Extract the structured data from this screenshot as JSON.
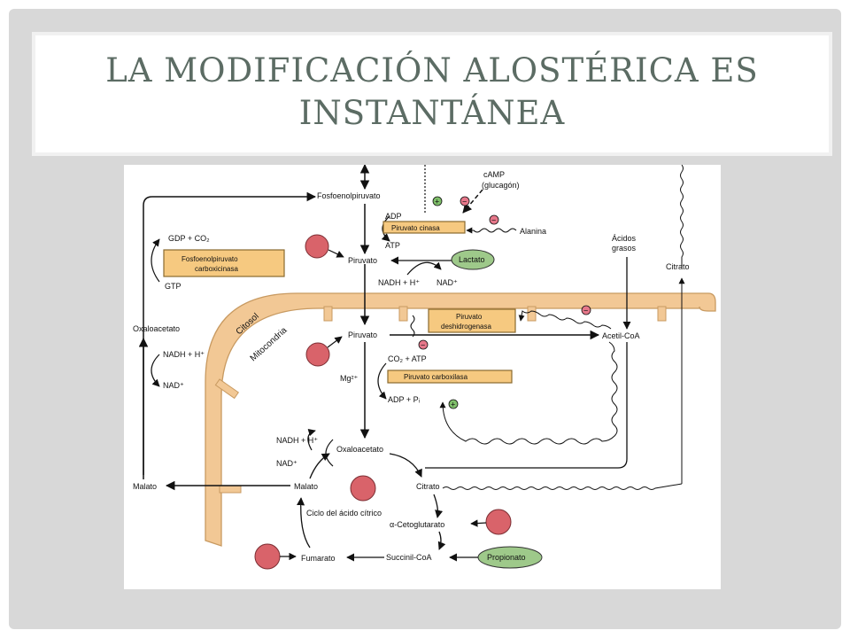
{
  "title": "La modificación alostérica es instantánea",
  "diagram": {
    "fosfoenolpiruvato": "Fosfoenolpiruvato",
    "adp": "ADP",
    "atp": "ATP",
    "piruvato_cinasa": "Piruvato cinasa",
    "camp": "cAMP",
    "glucagon": "(glucagón)",
    "alanina": "Alanina",
    "gdp_co2": "GDP + CO₂",
    "pepck": [
      "Fosfoenolpiruvato",
      "carboxicinasa"
    ],
    "gtp": "GTP",
    "piruvato": "Piruvato",
    "lactato": "Lactato",
    "nadh_h": "NADH + H⁺",
    "nad": "NAD⁺",
    "acidos_grasos": [
      "Ácidos",
      "grasos"
    ],
    "citrato": "Citrato",
    "citosol": "Citosol",
    "mitocondria": "Mitocondria",
    "oxaloacetato": "Oxaloacetato",
    "piruvato_deshidrogenasa": [
      "Piruvato",
      "deshidrogenasa"
    ],
    "acetil_coa": "Acetil-CoA",
    "co2_atp": "CO₂ + ATP",
    "mg": "Mg²⁺",
    "piruvato_carboxilasa": "Piruvato carboxilasa",
    "adp_pi": "ADP + Pᵢ",
    "malato": "Malato",
    "ciclo": "Ciclo del ácido cítrico",
    "alfa_ceto": "α-Cetoglutarato",
    "fumarato": "Fumarato",
    "succinil": "Succinil-CoA",
    "propionato": "Propionato",
    "plus": "+",
    "minus": "−"
  },
  "colors": {
    "membrane": "#f2c895",
    "membrane_edge": "#c89a61",
    "enzyme_box": "#f6c980",
    "enzyme_border": "#8a6a2f",
    "metabolite_oval": "#9ec98a",
    "marker_dot": "#d9636a",
    "plus_circle": "#7fbf6a",
    "minus_circle": "#e6778a",
    "title": "#5c6c64"
  }
}
